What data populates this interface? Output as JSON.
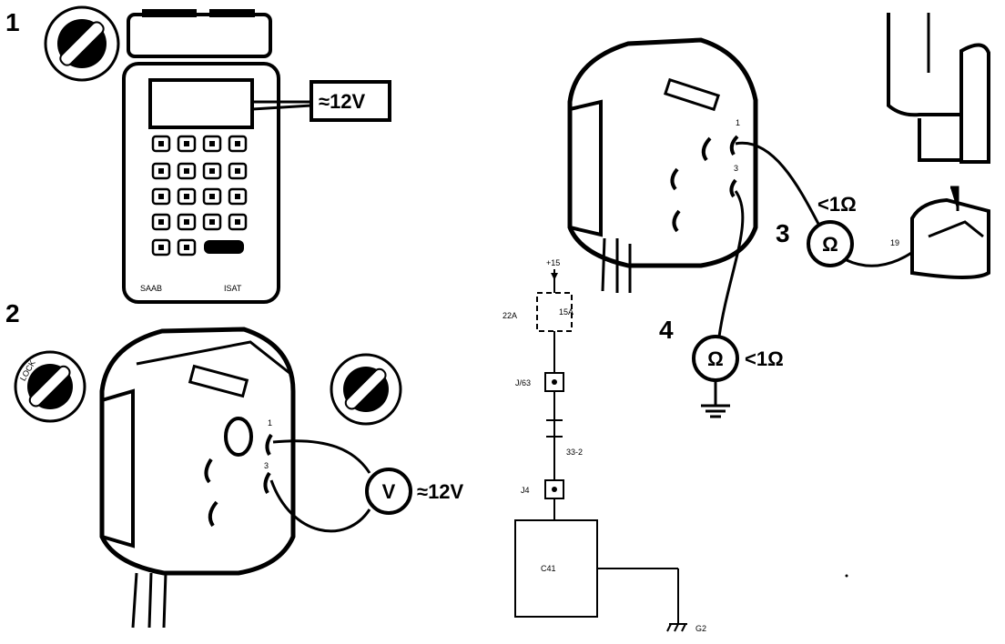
{
  "steps": {
    "step1": {
      "number": "1",
      "reading": "≈12V"
    },
    "step2": {
      "number": "2",
      "meter": "V",
      "reading": "≈12V",
      "pin_a": "1",
      "pin_b": "3"
    },
    "step3": {
      "number": "3",
      "meter": "Ω",
      "reading": "<1Ω",
      "pin_a": "1",
      "pin_b": "3",
      "connector_pin": "19"
    },
    "step4": {
      "number": "4",
      "meter": "Ω",
      "reading": "<1Ω"
    }
  },
  "tester": {
    "brand": "SAAB",
    "model": "ISAT"
  },
  "ignition_switch": {
    "position_label": "LOCK"
  },
  "circuit": {
    "supply": "+15",
    "fuse": "22A",
    "fuse_value": "15A",
    "connector_1": "J/63",
    "splice": "33-2",
    "connector_2": "J4",
    "module": "C41",
    "ground": "G2"
  },
  "colors": {
    "ink": "#000000",
    "paper": "#ffffff"
  }
}
